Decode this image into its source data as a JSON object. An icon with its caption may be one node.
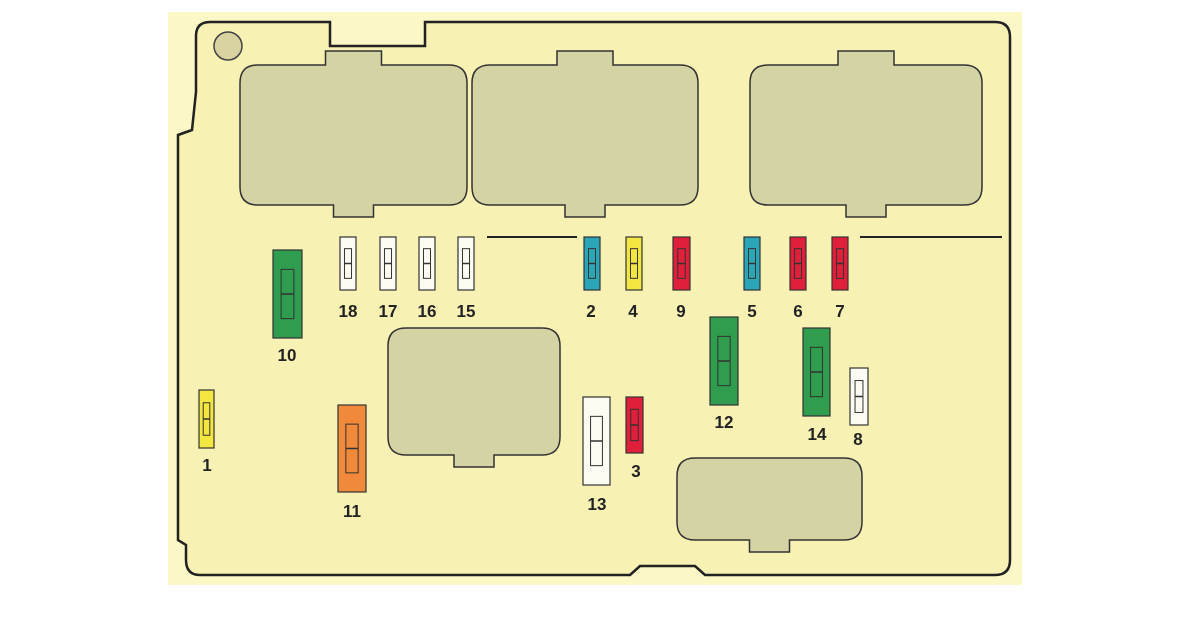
{
  "diagram": {
    "nodes": [
      {
        "text": [],
        "shape": "box"
      },
      {
        "text": [],
        "shape": "box"
      },
      {
        "text": [],
        "shape": "box"
      },
      {
        "text": [],
        "shape": "box"
      },
      {
        "text": [],
        "shape": "box"
      }
    ],
    "labels": [
      "18",
      "17",
      "16",
      "15",
      "2",
      "4",
      "9",
      "5",
      "6",
      "7",
      "10",
      "12",
      "14",
      "8",
      "1",
      "3",
      "13",
      "11"
    ]
  }
}
